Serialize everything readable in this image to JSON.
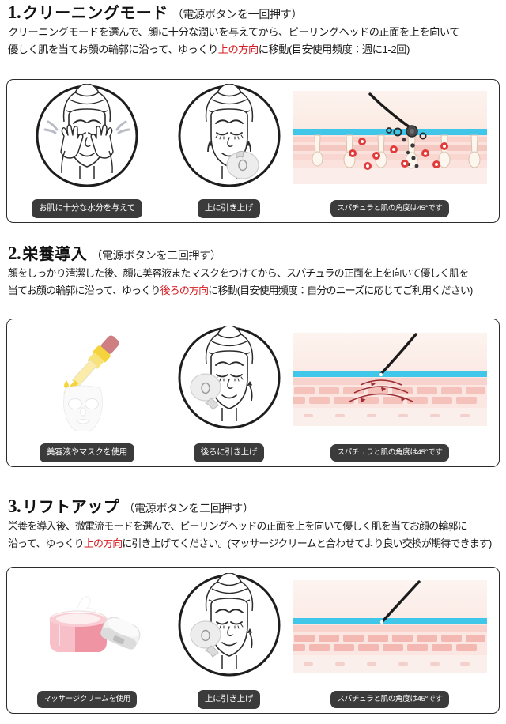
{
  "document": {
    "language": "ja",
    "kind": "beauty-device-instruction-sheet",
    "accent_red": "#d61c22",
    "pill_bg": "#3b3b3b",
    "skin_surface_cyan": "#3fc6e8",
    "panel_border": "#2b2b2b"
  },
  "sections": [
    {
      "number": "1.",
      "title": "クリーニングモード",
      "subtitle": "（電源ボタンを一回押す）",
      "body": [
        {
          "parts": [
            {
              "text": "クリーニングモードを選んで、顔に十分な潤いを与えてから、ピーリングヘッドの正面を上を向いて",
              "highlight": false
            }
          ]
        },
        {
          "parts": [
            {
              "text": "優しく肌を当てお顔の輪郭に沿って、ゆっくり",
              "highlight": false
            },
            {
              "text": "上の方向",
              "highlight": true
            },
            {
              "text": "に移動(目安使用頻度：週に1-2回)",
              "highlight": false
            }
          ]
        }
      ],
      "cells": [
        {
          "art": "face-hands-moisture",
          "caption": "お肌に十分な水分を与えて"
        },
        {
          "art": "face-device-up",
          "caption": "上に引き上げ"
        },
        {
          "art": "skin-pores-extraction",
          "caption": "スパチュラと肌の角度は45°です"
        }
      ]
    },
    {
      "number": "2.",
      "title": "栄養導入",
      "subtitle": "（電源ボタンを二回押す）",
      "body": [
        {
          "parts": [
            {
              "text": "顔をしっかり清潔した後、顔に美容液またマスクをつけてから、スパチュラの正面を上を向いて優しく肌を",
              "highlight": false
            }
          ]
        },
        {
          "parts": [
            {
              "text": "当てお顔の輪郭に沿って、ゆっくり",
              "highlight": false
            },
            {
              "text": "後ろの方向",
              "highlight": true
            },
            {
              "text": "に移動(目安使用頻度：自分のニーズに応じてご利用ください)",
              "highlight": false
            }
          ]
        }
      ],
      "cells": [
        {
          "art": "dropper-sheet-mask",
          "caption": "美容液やマスクを使用"
        },
        {
          "art": "face-device-back",
          "caption": "後ろに引き上げ"
        },
        {
          "art": "skin-waves-penetration",
          "caption": "スパチュラと肌の角度は45°です"
        }
      ]
    },
    {
      "number": "3.",
      "title": "リフトアップ",
      "subtitle": "（電源ボタンを二回押す）",
      "body": [
        {
          "parts": [
            {
              "text": "栄養を導入後、微電流モードを選んで、ピーリングヘッドの正面を上を向いて優しく肌を当てお顔の輪郭に",
              "highlight": false
            }
          ]
        },
        {
          "parts": [
            {
              "text": "沿って、ゆっくり",
              "highlight": false
            },
            {
              "text": "上の方向",
              "highlight": true
            },
            {
              "text": "に引き上げてください。(マッサージクリームと合わせてより良い交換が期待できます)",
              "highlight": false
            }
          ]
        }
      ],
      "cells": [
        {
          "art": "cream-jar",
          "caption": "マッサージクリームを使用"
        },
        {
          "art": "face-device-up",
          "caption": "上に引き上げ"
        },
        {
          "art": "skin-smooth-layers",
          "caption": "スパチュラと肌の角度は45°です"
        }
      ]
    }
  ]
}
